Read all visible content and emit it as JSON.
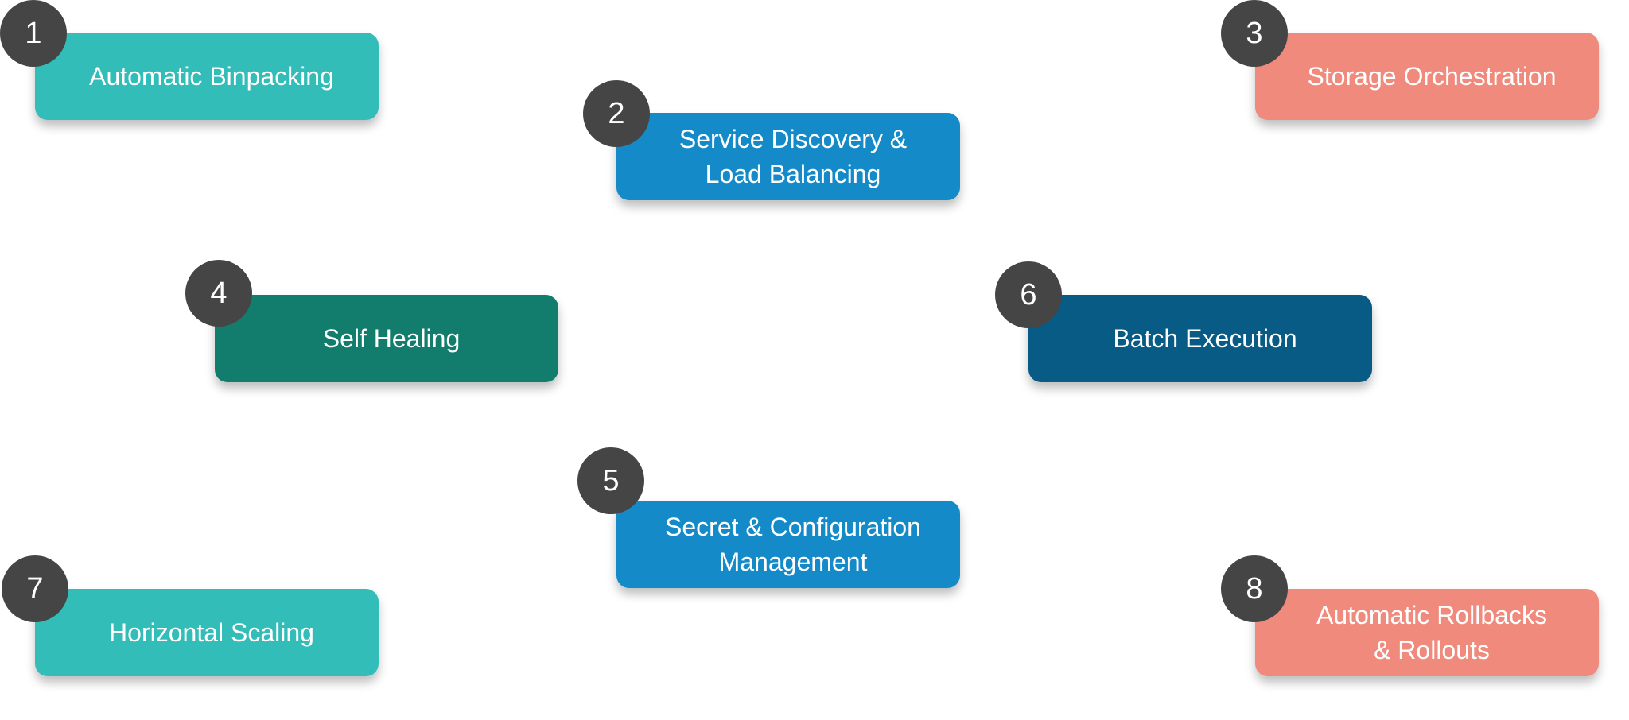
{
  "features": [
    {
      "number": "1",
      "label": "Automatic Binpacking",
      "color": "#33bdb8"
    },
    {
      "number": "2",
      "label": "Service Discovery &\nLoad Balancing",
      "color": "#148bc8"
    },
    {
      "number": "3",
      "label": "Storage Orchestration",
      "color": "#ef8a7c"
    },
    {
      "number": "4",
      "label": "Self Healing",
      "color": "#137d6d"
    },
    {
      "number": "5",
      "label": "Secret & Configuration\nManagement",
      "color": "#148bc8"
    },
    {
      "number": "6",
      "label": "Batch Execution",
      "color": "#075b84"
    },
    {
      "number": "7",
      "label": "Horizontal Scaling",
      "color": "#33bdb8"
    },
    {
      "number": "8",
      "label": "Automatic Rollbacks\n& Rollouts",
      "color": "#ef8a7c"
    }
  ],
  "badge_color": "#454545"
}
